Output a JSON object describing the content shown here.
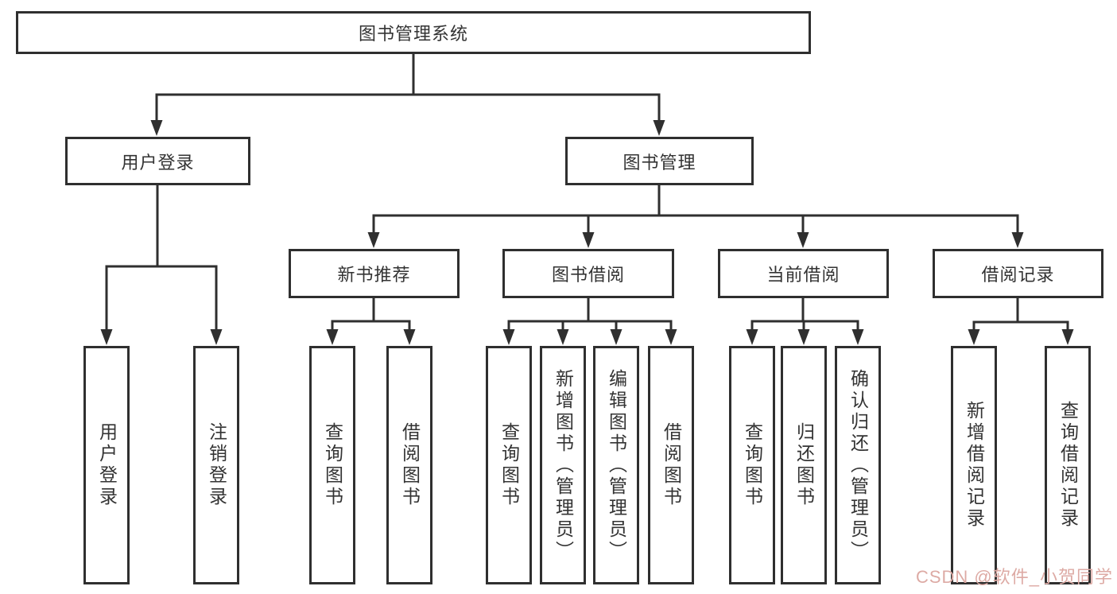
{
  "diagram_type": "function-structure-tree",
  "colors": {
    "line": "#2f2f2f",
    "text": "#333333",
    "watermark": "#ddaaa4",
    "background": "#ffffff"
  },
  "tree": {
    "root": {
      "label": "图书管理系统"
    },
    "branches": [
      {
        "label": "用户登录",
        "children": [
          {
            "label": "用户登录"
          },
          {
            "label": "注销登录"
          }
        ]
      },
      {
        "label": "图书管理",
        "children": [
          {
            "label": "新书推荐",
            "children": [
              {
                "label": "查询图书"
              },
              {
                "label": "借阅图书"
              }
            ]
          },
          {
            "label": "图书借阅",
            "children": [
              {
                "label": "查询图书"
              },
              {
                "label": "新增图书（管理员）"
              },
              {
                "label": "编辑图书（管理员）"
              },
              {
                "label": "借阅图书"
              }
            ]
          },
          {
            "label": "当前借阅",
            "children": [
              {
                "label": "查询图书"
              },
              {
                "label": "归还图书"
              },
              {
                "label": "确认归还（管理员）"
              }
            ]
          },
          {
            "label": "借阅记录",
            "children": [
              {
                "label": "新增借阅记录"
              },
              {
                "label": "查询借阅记录"
              }
            ]
          }
        ]
      }
    ]
  },
  "watermark": {
    "text": "CSDN @软件_小贺同学"
  }
}
